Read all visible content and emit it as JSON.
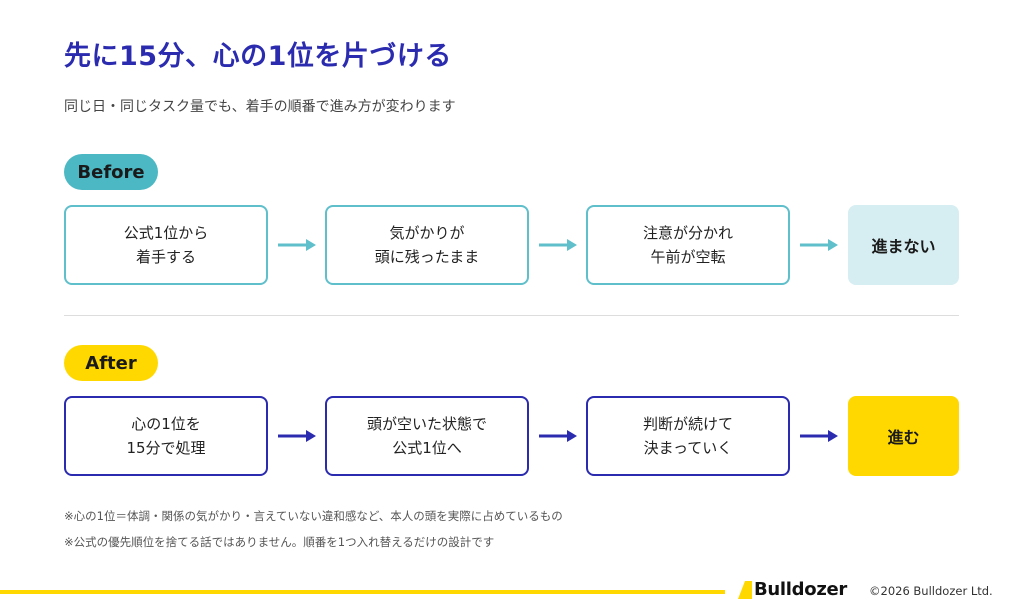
{
  "title": "先に15分、心の1位を片づける",
  "subtitle": "同じ日・同じタスク量でも、着手の順番で進み方が変わります",
  "before": {
    "badge": "Before",
    "steps": [
      {
        "line1": "公式1位から",
        "line2": "着手する"
      },
      {
        "line1": "気がかりが",
        "line2": "頭に残ったまま"
      },
      {
        "line1": "注意が分かれ",
        "line2": "午前が空転"
      }
    ],
    "result": "進まない",
    "color": "#5fbfcb"
  },
  "after": {
    "badge": "After",
    "steps": [
      {
        "line1": "心の1位を",
        "line2": "15分で処理"
      },
      {
        "line1": "頭が空いた状態で",
        "line2": "公式1位へ"
      },
      {
        "line1": "判断が続けて",
        "line2": "決まっていく"
      }
    ],
    "result": "進む",
    "color": "#2b2bb0"
  },
  "notes": [
    "※心の1位＝体調・関係の気がかり・言えていない違和感など、本人の頭を実際に占めているもの",
    "※公式の優先順位を捨てる話ではありません。順番を1つ入れ替えるだけの設計です"
  ],
  "footer": {
    "logo": "Bulldozer",
    "copyright": "©2026 Bulldozer Ltd."
  },
  "colors": {
    "title": "#2b2bb0",
    "accent_yellow": "#ffd800",
    "accent_teal": "#4cb8c4"
  }
}
